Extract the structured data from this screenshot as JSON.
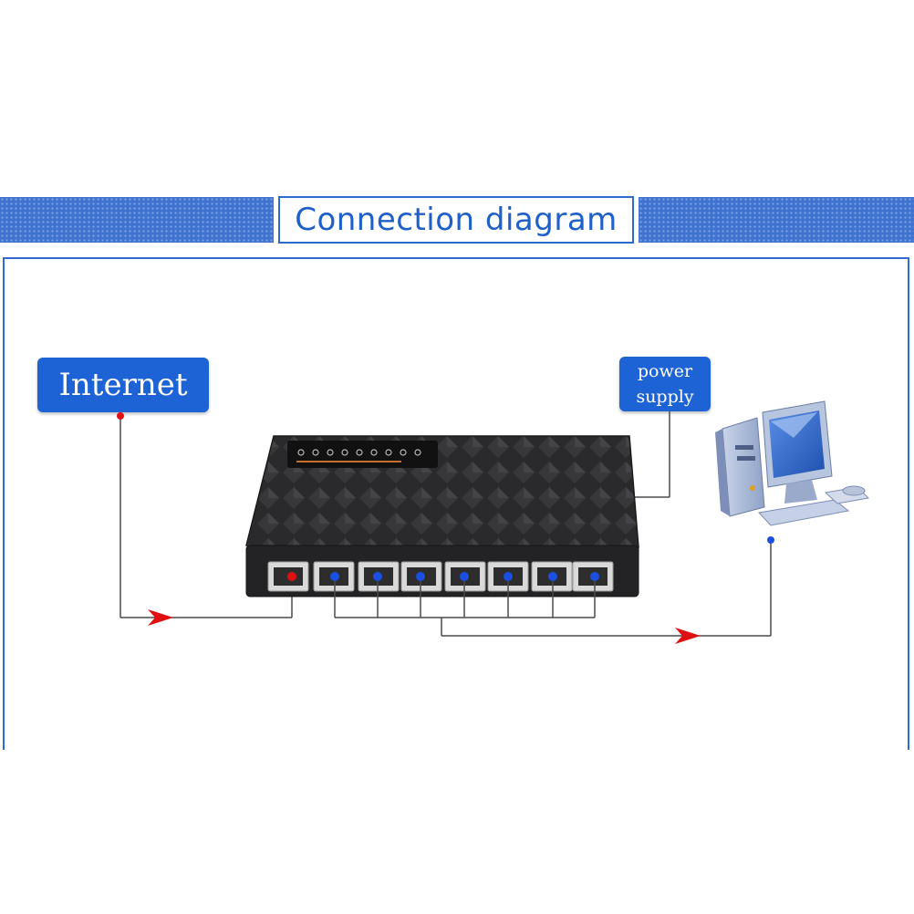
{
  "title": "Connection diagram",
  "labels": {
    "internet": "Internet",
    "power_line1": "power",
    "power_line2": "supply"
  },
  "switch": {
    "port_count": 8,
    "uplink_port": 1
  },
  "colors": {
    "accent": "#1e63d6",
    "banner": "#3f73cf",
    "uplink_dot": "#e01010",
    "port_dot": "#1a4fe0",
    "arrow": "#e01010",
    "switch_body": "#2b2b2d"
  },
  "icons": [
    "switch-icon",
    "computer-icon"
  ]
}
